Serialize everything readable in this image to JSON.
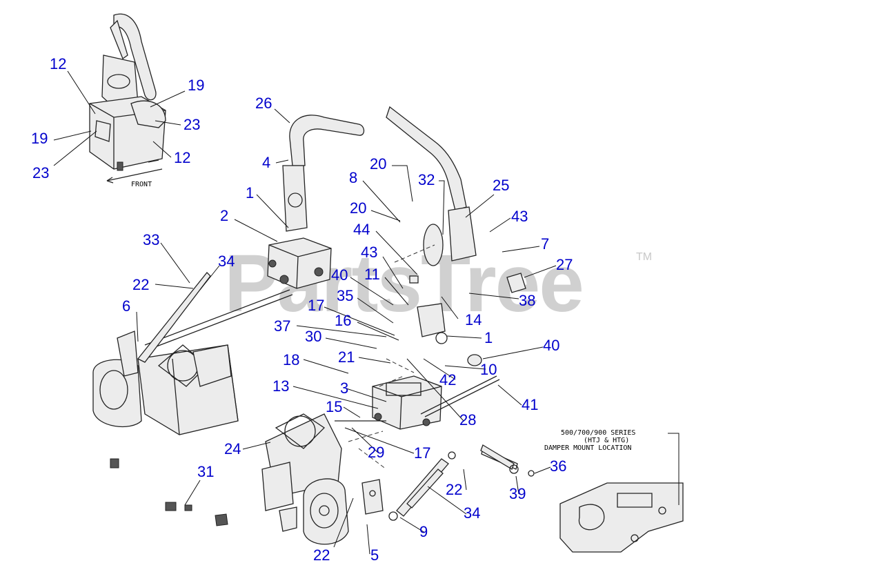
{
  "diagram": {
    "watermark": "PartsTree",
    "trademark": "TM",
    "front_label": "FRONT",
    "note_lines": [
      "500/700/900 SERIES",
      "(HTJ & HTG)",
      "DAMPER MOUNT LOCATION"
    ],
    "accent_color": "#0000cc",
    "callouts": [
      "12",
      "19",
      "23",
      "19",
      "23",
      "12",
      "26",
      "4",
      "1",
      "2",
      "33",
      "34",
      "22",
      "6",
      "20",
      "8",
      "20",
      "32",
      "25",
      "43",
      "7",
      "44",
      "43",
      "27",
      "40",
      "11",
      "35",
      "38",
      "14",
      "17",
      "16",
      "37",
      "1",
      "40",
      "30",
      "21",
      "18",
      "10",
      "42",
      "13",
      "3",
      "41",
      "15",
      "28",
      "24",
      "29",
      "17",
      "22",
      "31",
      "36",
      "39",
      "34",
      "9",
      "22",
      "5"
    ]
  }
}
